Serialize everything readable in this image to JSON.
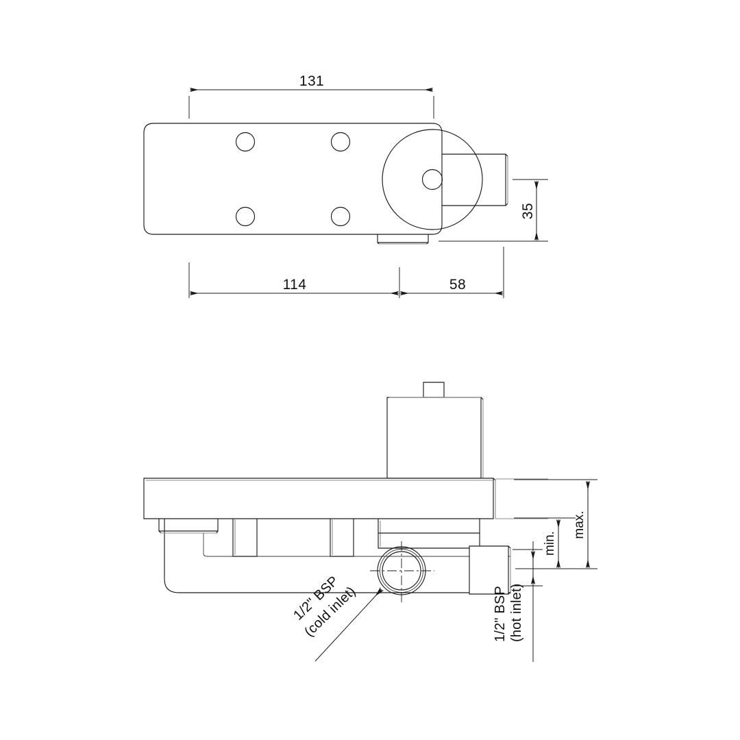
{
  "drawing": {
    "type": "technical-engineering-drawing",
    "subject": "Wall-mounted shower / bath mixer valve body",
    "units": "mm",
    "background_color": "#ffffff",
    "line_color": "#1a1a1a",
    "views": [
      {
        "name": "top-view",
        "label": "",
        "features": [
          "rounded-rectangle-body",
          "four-mounting-holes",
          "large-control-disc",
          "center-spindle-hole",
          "right-side-tab",
          "bottom-tab"
        ]
      },
      {
        "name": "front-view",
        "label": "",
        "features": [
          "cylindrical-cartridge-housing",
          "top-spindle-stub",
          "mounting-flange-plate",
          "two-stud-pins",
          "cold-inlet-boss",
          "hot-inlet-boss"
        ]
      }
    ]
  },
  "dimensions": {
    "overall_width": "131",
    "offset_left": "114",
    "offset_right": "58",
    "side_tab_height": "35",
    "max_label": "max.",
    "min_label": "min."
  },
  "annotations": {
    "cold_inlet_line1": "1/2\" BSP",
    "cold_inlet_line2": "(cold inlet)",
    "hot_inlet_line1": "1/2\" BSP",
    "hot_inlet_line2": "(hot inlet)"
  }
}
